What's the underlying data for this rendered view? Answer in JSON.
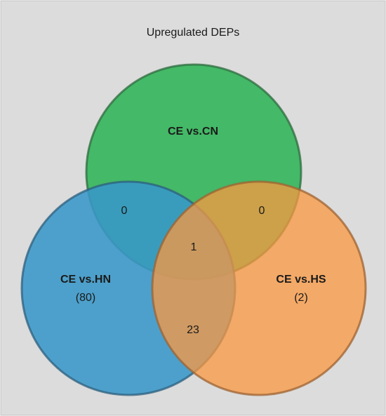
{
  "diagram": {
    "title": "Upregulated DEPs",
    "background_color": "#dcdcdc",
    "border_color": "#c4c4c4",
    "sets": [
      {
        "id": "cn",
        "label": "CE vs.CN",
        "count": "",
        "fill": "#2fb457",
        "stroke": "#2e6b3d"
      },
      {
        "id": "hn",
        "label": "CE vs.HN",
        "count": "(80)",
        "fill": "#3997c8",
        "stroke": "#2c5f7e"
      },
      {
        "id": "hs",
        "label": "CE vs.HS",
        "count": "(2)",
        "fill": "#fb9840",
        "stroke": "#9e6332"
      }
    ],
    "intersections": {
      "cn_hn": "0",
      "cn_hs": "0",
      "hn_hs": "23",
      "all": "1"
    }
  }
}
